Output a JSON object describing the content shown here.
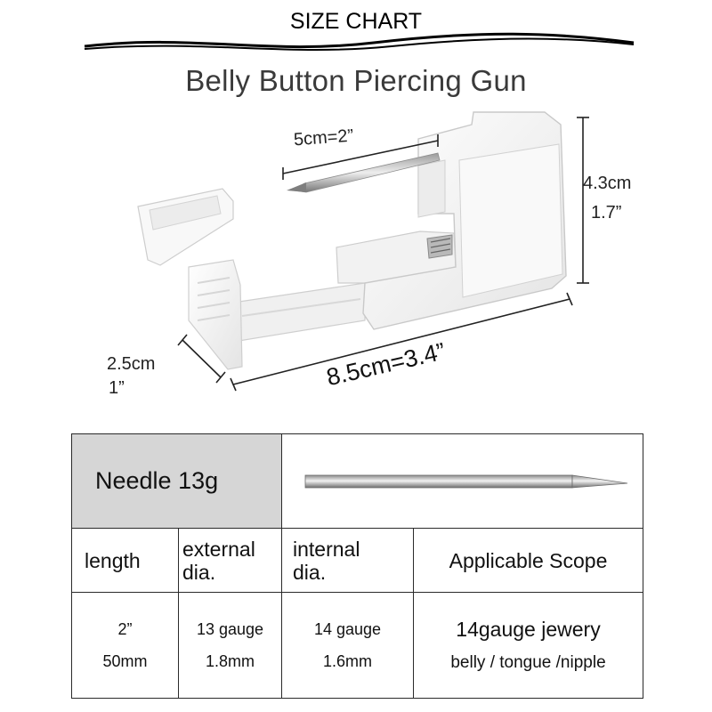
{
  "header": {
    "title": "SIZE CHART",
    "product": "Belly Button Piercing Gun"
  },
  "dimensions": {
    "needle_length": "5cm=2”",
    "height_cm": "4.3cm",
    "height_in": "1.7”",
    "width_cm": "2.5cm",
    "width_in": "1”",
    "length": "8.5cm=3.4”"
  },
  "table": {
    "needle_label": "Needle 13g",
    "headers": {
      "length": "length",
      "external_line1": "external",
      "external_line2": "dia.",
      "internal_line1": "internal",
      "internal_line2": "dia.",
      "scope": "Applicable Scope"
    },
    "values": {
      "length_in": "2”",
      "length_mm": "50mm",
      "external_gauge": "13 gauge",
      "external_mm": "1.8mm",
      "internal_gauge": "14 gauge",
      "internal_mm": "1.6mm",
      "scope_line1": "14gauge jewery",
      "scope_line2": "belly / tongue /nipple"
    }
  },
  "colors": {
    "table_header_bg": "#d6d6d6",
    "title_gray": "#3a3a3a",
    "device_white": "#f7f7f7"
  }
}
